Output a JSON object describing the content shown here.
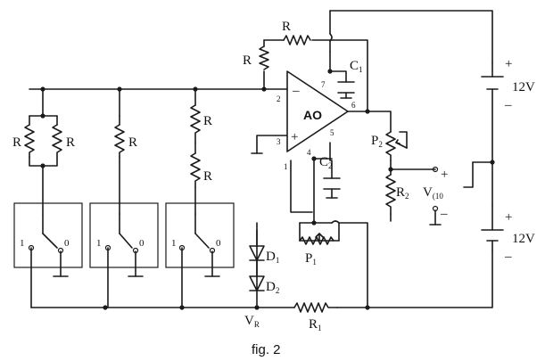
{
  "figure": {
    "caption": "fig. 2"
  },
  "labels": {
    "opamp": "AO",
    "resistor": "R",
    "r2": "R",
    "r2_sub": "2",
    "r1": "R",
    "r1_sub": "1",
    "c1": "C",
    "c1_sub": "1",
    "c2": "C",
    "c2_sub": "2",
    "p1": "P",
    "p1_sub": "1",
    "p2": "P",
    "p2_sub": "2",
    "d1": "D",
    "d1_sub": "1",
    "d2": "D",
    "d2_sub": "2",
    "vr": "V",
    "vr_sub": "R",
    "vout": "V",
    "vout_sub": "(10",
    "battery_top": "12V",
    "battery_bottom": "12V",
    "plus": "+",
    "minus": "–",
    "switch_one": "1",
    "switch_zero": "0",
    "pin1": "1",
    "pin2": "2",
    "pin3": "3",
    "pin4": "4",
    "pin5": "5",
    "pin6": "6",
    "pin7": "7"
  }
}
